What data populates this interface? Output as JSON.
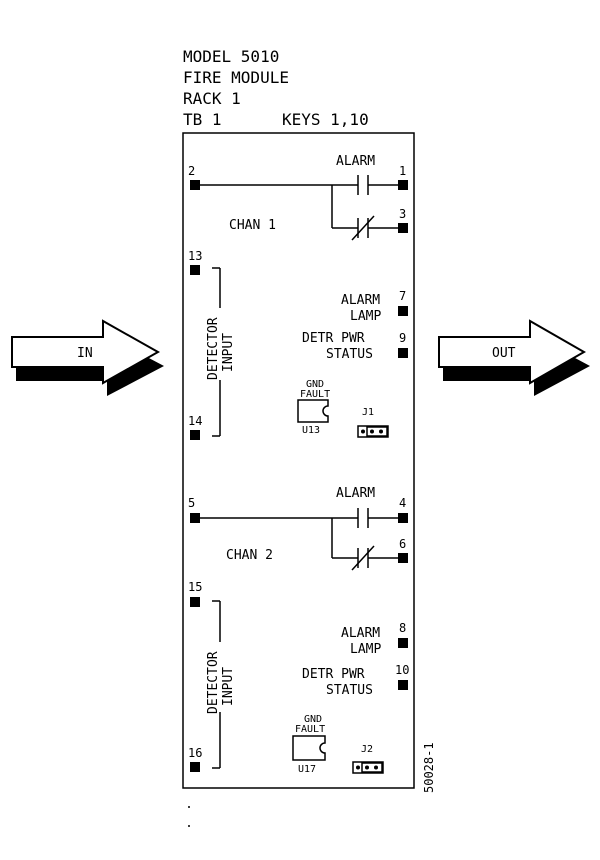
{
  "header": {
    "line1": "MODEL  5010",
    "line2": "FIRE  MODULE",
    "line3": "RACK  1",
    "tb": "TB 1",
    "keys": "KEYS  1,10"
  },
  "arrows": {
    "in_label": "IN",
    "out_label": "OUT"
  },
  "channels": [
    {
      "name": "CHAN  1",
      "alarm_label": "ALARM",
      "common_terminal": "2",
      "no_terminal": "1",
      "nc_terminal": "3",
      "detector_plus": "13",
      "detector_minus": "14",
      "detector_label_1": "DETECTOR",
      "detector_label_2": "INPUT",
      "lamp_label_1": "ALARM",
      "lamp_label_2": "LAMP",
      "lamp_terminal": "7",
      "status_label_1": "DETR PWR",
      "status_label_2": "STATUS",
      "status_terminal": "9",
      "fault_label_1": "GND",
      "fault_label_2": "FAULT",
      "chip": "U13",
      "jumper": "J1"
    },
    {
      "name": "CHAN  2",
      "alarm_label": "ALARM",
      "common_terminal": "5",
      "no_terminal": "4",
      "nc_terminal": "6",
      "detector_plus": "15",
      "detector_minus": "16",
      "detector_label_1": "DETECTOR",
      "detector_label_2": "INPUT",
      "lamp_label_1": "ALARM",
      "lamp_label_2": "LAMP",
      "lamp_terminal": "8",
      "status_label_1": "DETR PWR",
      "status_label_2": "STATUS",
      "status_terminal": "10",
      "fault_label_1": "GND",
      "fault_label_2": "FAULT",
      "chip": "U17",
      "jumper": "J2"
    }
  ],
  "drawing_number": "50028-1",
  "colors": {
    "line": "#000000",
    "background": "#ffffff"
  }
}
